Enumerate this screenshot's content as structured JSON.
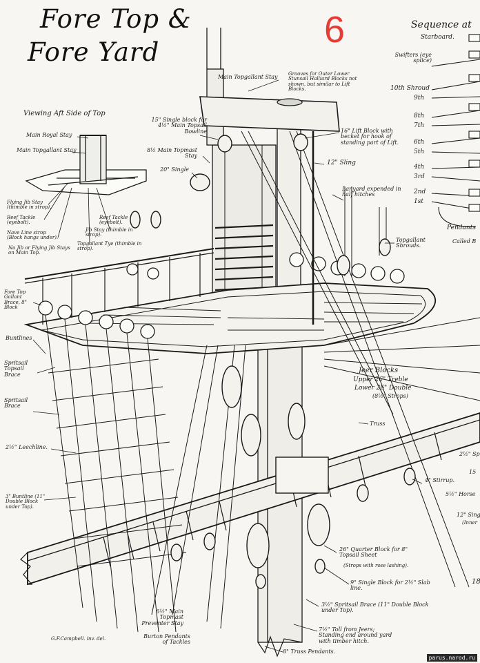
{
  "title": {
    "line1": "Fore Top &",
    "line2": "Fore Yard"
  },
  "sheet_number": "6",
  "sequence": {
    "heading": "Sequence at",
    "subheading": "Starboard.",
    "items": [
      "Swifters (eye splice)",
      "10th Shroud",
      "9th",
      "8th",
      "7th",
      "6th",
      "5th",
      "4th",
      "3rd",
      "2nd",
      "1st",
      "Pendants",
      "Called B"
    ]
  },
  "inset": {
    "caption": "Viewing Aft Side of Top",
    "labels": {
      "main_royal_stay": "Main Royal Stay",
      "main_topgallant_stay": "Main Topgallant Stay",
      "flying_jib_stay": "Flying Jib Stay (thimble in strop).",
      "reef_tackle_eyebolt": "Reef Tackle (eyebolt).",
      "reef_tackle_right": "Reef Tackle (eyebolt).",
      "jib_stay": "Jib Stay (thimble in strop).",
      "nave_line_strop": "Nave Line strop (Block hangs under).",
      "topgallant_tye": "Topgallant Tye (thimble in strop).",
      "no_jib": "No Jib or Flying Jib Stays on Main Top."
    }
  },
  "labels": {
    "main_topgallant_stay_top": "Main Topgallant Stay",
    "grooves": "Grooves for Outer Lower Stunsail Halliard Blocks not shown, but similar to Lift Blocks.",
    "single_block_bowline": "15\" Single block for 4½\" Main Topsail Bowline",
    "main_topmast_stay": "8½ Main Topmast Stay",
    "single_20": "20\" Single",
    "lift_block": "16\" Lift Block with becket for hook of standing part of Lift.",
    "sling": "12\" Sling",
    "lanyard": "Lanyard expended in half hitches",
    "topgallant_shrouds": "Topgallant Shrouds.",
    "fore_topgallant_brace": "Fore Top Gallant Brace, 8\" Block",
    "buntlines": "Buntlines",
    "spritsail_topsail_brace": "Spritsail Topsail Brace",
    "spritsail_brace": "Spritsail Brace",
    "leechline": "2½\" Leechline.",
    "buntline_3": "3\" Buntline (11\" Double Block under Top).",
    "jeer_blocks": "Jeer Blocks",
    "jeer_upper": "Upper 26\" Treble",
    "jeer_lower": "Lower 26\" Double",
    "jeer_strops": "(8½\" Strops)",
    "truss": "Truss",
    "stirrup": "4\" Stirrup.",
    "horse": "5½\" Horse",
    "sp_right": "2½\" Sp",
    "fifteen_right": "15",
    "twelve_single": "12\" Sing",
    "inner": "(Inner",
    "eighteen": "18",
    "quarter_block": "26\" Quarter Block for 8\" Topsail Sheet",
    "quarter_strops": "(Strops with rose lashing).",
    "single_9": "9\" Single Block for 2½\" Slab line.",
    "spritsail_brace_35": "3½\" Spritsail Brace (11\" Double Block under Top).",
    "main_preventer": "6½\" Main Topmast Preventer Stay",
    "burton_pendants": "Burton Pendants of Tackles",
    "toll_jeers": "7½\" Toll from Jeers; Standing end around yard with timber hitch.",
    "truss_pendants": "8\" Truss Pendants.",
    "signature": "G.F.Campbell. inv. del."
  },
  "watermark": "parus.narod.ru",
  "colors": {
    "paper": "#f7f6f2",
    "ink": "#1a1a1a",
    "number": "#e53b34"
  }
}
